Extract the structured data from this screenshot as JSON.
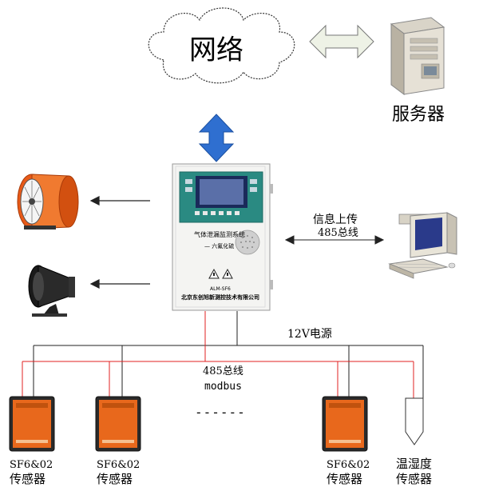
{
  "network": {
    "label": "网络"
  },
  "server": {
    "label": "服务器"
  },
  "controller": {
    "title": "气体泄漏监测系统",
    "subtitle": "— 六氟化硫",
    "model": "ALM-SF6",
    "company": "北京东创旭新测控技术有限公司"
  },
  "computer_link": {
    "line1": "信息上传",
    "line2": "485总线"
  },
  "bus": {
    "power": "12V电源",
    "line1": "485总线",
    "line2": "modbus",
    "ellipsis": "------"
  },
  "sensors": [
    {
      "line1": "SF6&02",
      "line2": "传感器"
    },
    {
      "line1": "SF6&02",
      "line2": "传感器"
    },
    {
      "line1": "SF6&02",
      "line2": "传感器"
    }
  ],
  "humidity_sensor": {
    "line1": "温湿度",
    "line2": "传感器"
  },
  "colors": {
    "arrow_blue": "#2f6fd0",
    "sensor_orange": "#e8681c",
    "bus_red": "#e02020",
    "fan_orange": "#f07020"
  }
}
